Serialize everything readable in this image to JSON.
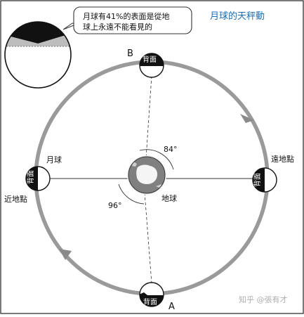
{
  "title": "月球的天秤動",
  "callout": {
    "line1": "月球有41%的表面是從地",
    "line2": "球上永遠不能看見的"
  },
  "labels": {
    "point_b": "B",
    "point_a": "A",
    "moon": "月球",
    "earth": "地球",
    "far_point": "遠地點",
    "near_point": "近地點",
    "angle_upper": "84°",
    "angle_lower": "96°",
    "back_side": "背面"
  },
  "watermark": "知乎 @張有才",
  "colors": {
    "orbit": "#9a9a9a",
    "title": "#1f6fb5",
    "dark": "#111111",
    "earth": "#808080"
  }
}
